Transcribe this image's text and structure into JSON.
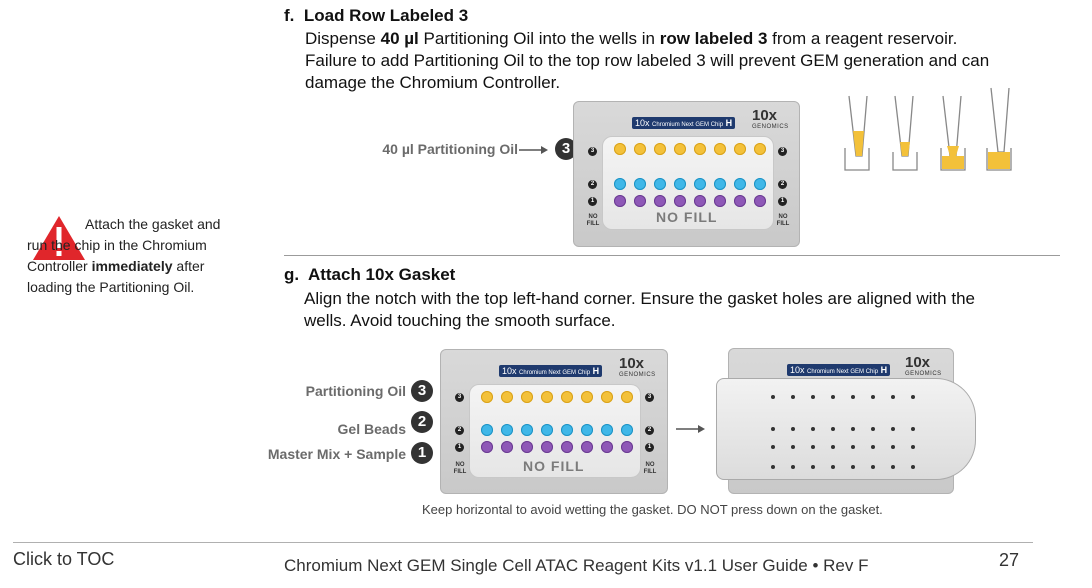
{
  "step_f": {
    "marker": "f.",
    "title": "Load Row Labeled 3",
    "line1_pre": "Dispense ",
    "line1_bold1": "40 µl",
    "line1_mid": " Partitioning Oil into the wells in ",
    "line1_bold2": "row labeled 3",
    "line1_post": " from a reagent reservoir.",
    "line2": "Failure to add Partitioning Oil to the top row labeled 3 will prevent GEM generation and can",
    "line3": "damage the Chromium Controller.",
    "callout": "40 µl Partitioning Oil",
    "badge": "3"
  },
  "warning": {
    "text1": "Attach the gasket and run the chip in the Chromium Controller ",
    "bold": "immediately",
    "text2": " after loading the Partitioning Oil."
  },
  "step_g": {
    "marker": "g.",
    "title": "Attach 10x Gasket",
    "line1": "Align the notch with the top left-hand corner. Ensure the gasket holes are aligned with the",
    "line2": "wells. Avoid touching the smooth surface.",
    "labels": [
      {
        "text": "Partitioning Oil",
        "badge": "3"
      },
      {
        "text": "Gel Beads",
        "badge": "2"
      },
      {
        "text": "Master Mix + Sample",
        "badge": "1"
      }
    ],
    "caption": "Keep horizontal to avoid wetting the gasket. DO NOT press down on the gasket."
  },
  "chip": {
    "label_10x": "10x",
    "label_name": "Chromium Next GEM Chip",
    "label_letter": "H",
    "brand": "10x",
    "brand_sub": "GENOMICS",
    "no_fill": "NO FILL",
    "no_fill_side": "NO FILL",
    "row_numbers": [
      "3",
      "2",
      "1"
    ]
  },
  "footer": {
    "toc_link": "Click to TOC",
    "title": "Chromium Next GEM Single Cell ATAC Reagent Kits v1.1 User Guide • Rev F",
    "page": "27"
  },
  "colors": {
    "oil": "#f3c13a",
    "gel_beads": "#3fb7e8",
    "sample": "#8e58b7",
    "warning_red": "#e0262b"
  }
}
